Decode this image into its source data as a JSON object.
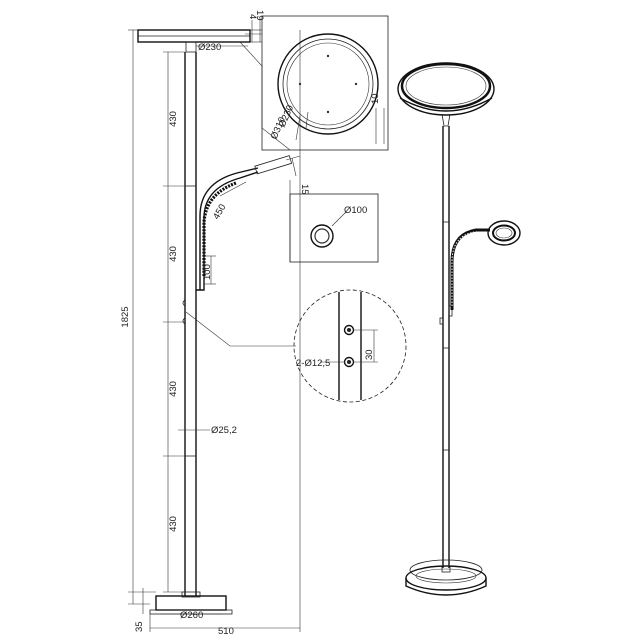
{
  "dimensions": {
    "disc_small_offset": "4",
    "disc_height": "19",
    "shade_diameter": "Ø230",
    "detail_inner_diameter": "Ø230",
    "detail_outer_diameter": "Ø310",
    "detail_rim": "10",
    "section_1": "430",
    "section_2": "430",
    "section_3": "430",
    "section_4": "430",
    "arm_length": "450",
    "arm_tip": "15",
    "reading_head_diameter": "Ø100",
    "arm_base": "100",
    "total_height": "1825",
    "switch_holes": "2-Ø12,5",
    "switch_spacing": "30",
    "pole_diameter": "Ø25,2",
    "base_diameter": "Ø260",
    "base_height": "35",
    "overall_width": "510"
  }
}
